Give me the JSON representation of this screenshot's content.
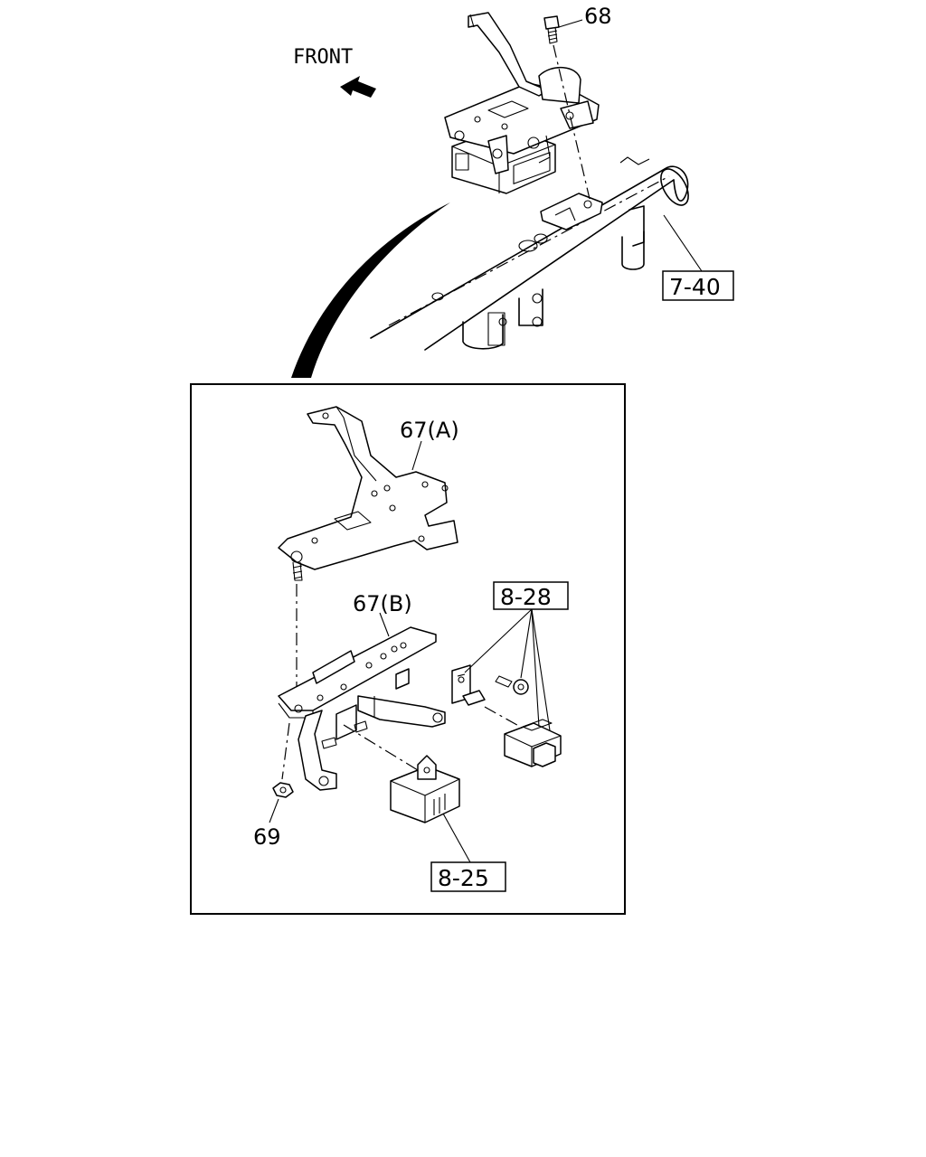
{
  "diagram": {
    "direction_label": "FRONT",
    "callouts": {
      "bolt_upper": "68",
      "bracket_a": "67(A)",
      "bracket_b": "67(B)",
      "nut": "69"
    },
    "reference_boxes": {
      "crossmember": "7-40",
      "switch_group": "8-28",
      "relay": "8-25"
    }
  }
}
